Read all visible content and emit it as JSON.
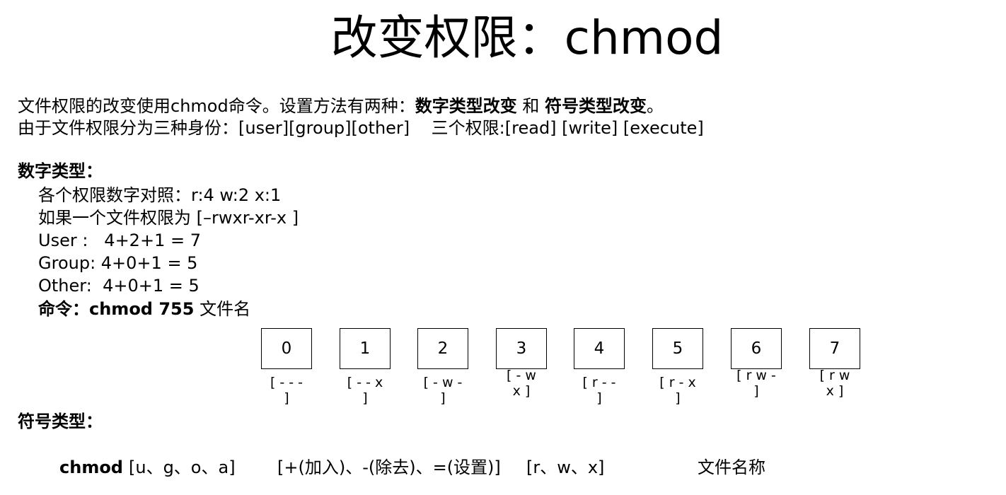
{
  "title": "改变权限：chmod",
  "intro": {
    "line1_prefix": "文件权限的改变使用chmod命令。设置方法有两种：",
    "numeric_label": "数字类型改变",
    "and": " 和 ",
    "symbolic_label": "符号类型改变",
    "line1_suffix": "。",
    "line2": "由于文件权限分为三种身份：[user][group][other]    三个权限:[read] [write] [execute]"
  },
  "numeric": {
    "heading": "数字类型：",
    "lines": [
      "各个权限数字对照：r:4  w:2  x:1",
      "如果一个文件权限为 [–rwxr-xr-x ]",
      "User :   4+2+1 = 7",
      "Group: 4+0+1 = 5",
      "Other:  4+0+1 = 5"
    ],
    "command_prefix": "命令：chmod 755",
    "command_suffix": " 文件名"
  },
  "table": [
    {
      "digit": "0",
      "perm": "[ - - - ]"
    },
    {
      "digit": "1",
      "perm": "[ - - x ]"
    },
    {
      "digit": "2",
      "perm": "[ - w - ]"
    },
    {
      "digit": "3",
      "perm": "[ - w x ]"
    },
    {
      "digit": "4",
      "perm": "[ r - - ]"
    },
    {
      "digit": "5",
      "perm": "[ r - x ]"
    },
    {
      "digit": "6",
      "perm": "[ r w - ]"
    },
    {
      "digit": "7",
      "perm": "[ r w x ]"
    }
  ],
  "symbolic": {
    "heading": "符号类型：",
    "command": "chmod",
    "who": "[u、g、o、a]",
    "ops": "[+(加入)、-(除去)、=(设置)]",
    "perms": "[r、w、x]",
    "target": "文件名称"
  }
}
